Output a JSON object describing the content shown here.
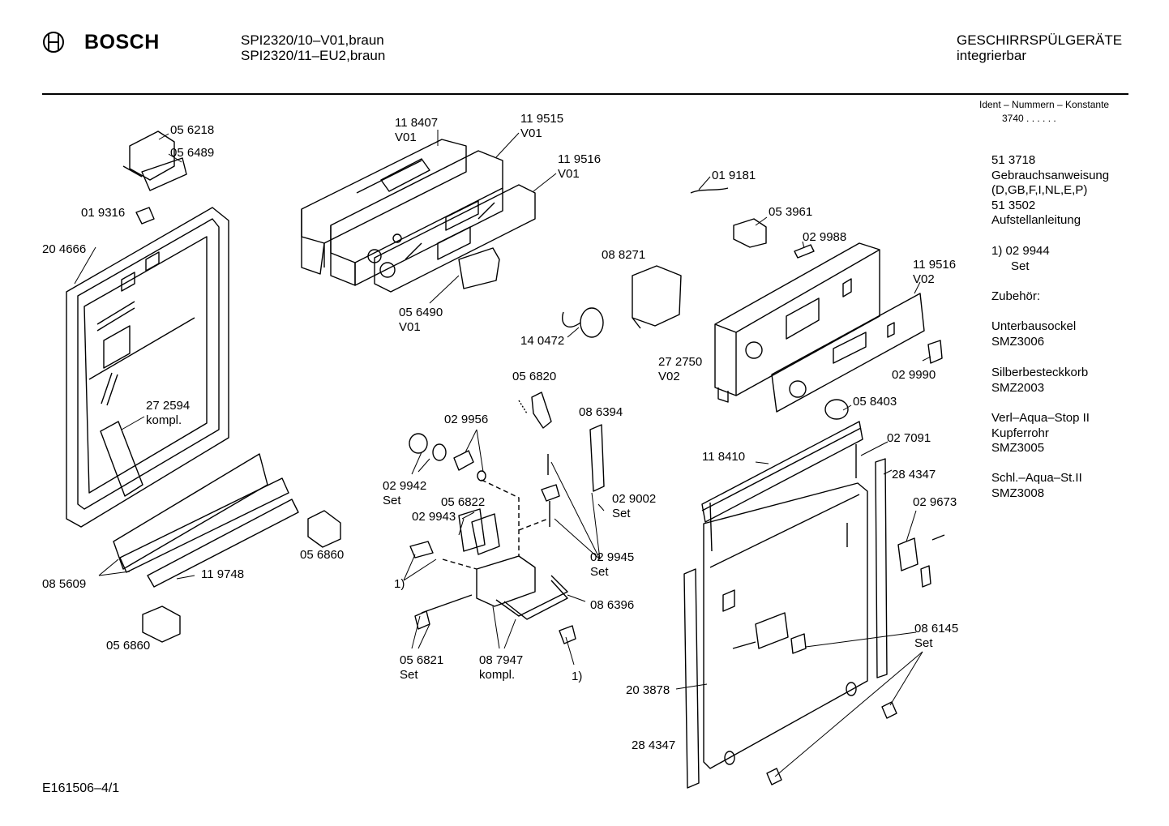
{
  "header": {
    "brand": "BOSCH",
    "model_line1": "SPI2320/10–V01,braun",
    "model_line2": "SPI2320/11–EU2,braun",
    "category": "GESCHIRRSPÜLGERÄTE",
    "subcategory": "integrierbar",
    "ident_label": "Ident – Nummern – Konstante",
    "ident_value": "3740 . . . . . ."
  },
  "footer": {
    "drawing_id": "E161506–4/1"
  },
  "parts": [
    {
      "id": "p01",
      "l1": "05 6218"
    },
    {
      "id": "p02",
      "l1": "05 6489"
    },
    {
      "id": "p03",
      "l1": "01 9316"
    },
    {
      "id": "p04",
      "l1": "20 4666"
    },
    {
      "id": "p05",
      "l1": "27 2594",
      "l2": "kompl."
    },
    {
      "id": "p06",
      "l1": "11 8407",
      "l2": "V01"
    },
    {
      "id": "p07",
      "l1": "11 9515",
      "l2": "V01"
    },
    {
      "id": "p08",
      "l1": "11 9516",
      "l2": "V01"
    },
    {
      "id": "p09",
      "l1": "05 6490",
      "l2": "V01"
    },
    {
      "id": "p10",
      "l1": "01 9181"
    },
    {
      "id": "p11",
      "l1": "05 3961"
    },
    {
      "id": "p12",
      "l1": "02 9988"
    },
    {
      "id": "p13",
      "l1": "08 8271"
    },
    {
      "id": "p14",
      "l1": "14 0472"
    },
    {
      "id": "p15",
      "l1": "11 9516",
      "l2": "V02"
    },
    {
      "id": "p16",
      "l1": "27 2750",
      "l2": "V02"
    },
    {
      "id": "p17",
      "l1": "02 9990"
    },
    {
      "id": "p18",
      "l1": "05 6820"
    },
    {
      "id": "p19",
      "l1": "08 6394"
    },
    {
      "id": "p20",
      "l1": "02 9956"
    },
    {
      "id": "p21",
      "l1": "02 9942",
      "l2": "Set"
    },
    {
      "id": "p22",
      "l1": "05 6822"
    },
    {
      "id": "p23",
      "l1": "02 9943"
    },
    {
      "id": "p24",
      "l1": "02 9002",
      "l2": "Set"
    },
    {
      "id": "p25",
      "l1": "02 9945",
      "l2": "Set"
    },
    {
      "id": "p26",
      "l1": "08 6396"
    },
    {
      "id": "p27",
      "l1": "1)"
    },
    {
      "id": "p28",
      "l1": "05 6821",
      "l2": "Set"
    },
    {
      "id": "p29",
      "l1": "08 7947",
      "l2": "kompl."
    },
    {
      "id": "p30",
      "l1": "1)"
    },
    {
      "id": "p31",
      "l1": "05 6860"
    },
    {
      "id": "p32",
      "l1": "08 5609"
    },
    {
      "id": "p33",
      "l1": "11 9748"
    },
    {
      "id": "p34",
      "l1": "05 6860"
    },
    {
      "id": "p35",
      "l1": "05 8403"
    },
    {
      "id": "p36",
      "l1": "02 7091"
    },
    {
      "id": "p37",
      "l1": "11 8410"
    },
    {
      "id": "p38",
      "l1": "28 4347"
    },
    {
      "id": "p39",
      "l1": "02 9673"
    },
    {
      "id": "p40",
      "l1": "08 6145",
      "l2": "Set"
    },
    {
      "id": "p41",
      "l1": "20 3878"
    },
    {
      "id": "p42",
      "l1": "28 4347"
    }
  ],
  "sidebar": {
    "doc1_no": "51 3718",
    "doc1_title": "Gebrauchsanweisung",
    "doc1_langs": "(D,GB,F,I,NL,E,P)",
    "doc2_no": "51 3502",
    "doc2_title": "Aufstellanleitung",
    "note_ref": "1)  02 9944",
    "note_set": "Set",
    "accessories_heading": "Zubehör:",
    "acc": [
      {
        "name": "Unterbausockel",
        "code": "SMZ3006"
      },
      {
        "name": "Silberbesteckkorb",
        "code": "SMZ2003"
      },
      {
        "name": "Verl–Aqua–Stop II",
        "name2": "Kupferrohr",
        "code": "SMZ3005"
      },
      {
        "name": "Schl.–Aqua–St.II",
        "code": "SMZ3008"
      }
    ]
  }
}
